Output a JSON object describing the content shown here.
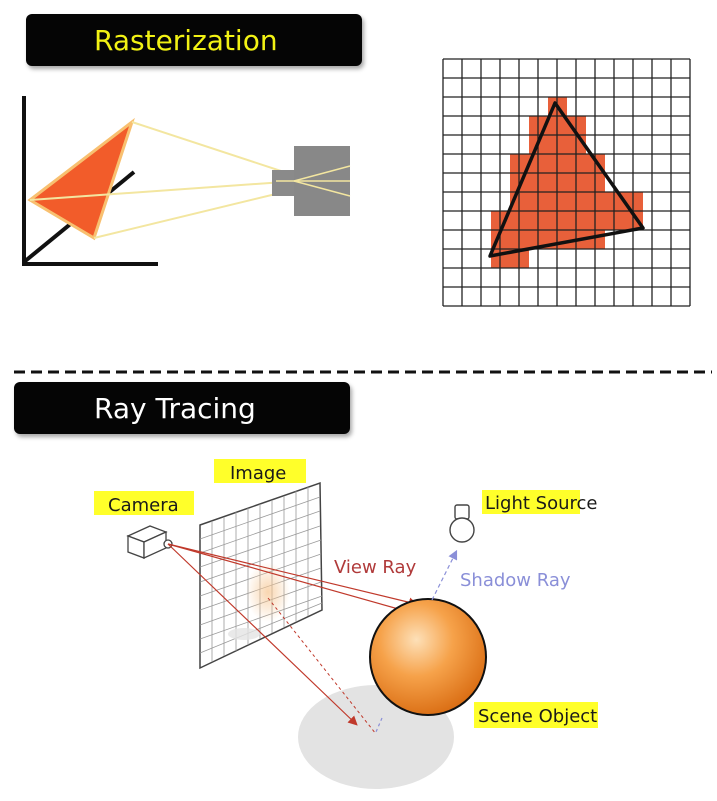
{
  "rasterization": {
    "title": "Rasterization"
  },
  "ray_tracing": {
    "title": "Ray Tracing",
    "labels": {
      "image": "Image",
      "camera": "Camera",
      "light_source": "Light Source",
      "view_ray": "View Ray",
      "shadow_ray": "Shadow Ray",
      "scene_object": "Scene Object"
    }
  },
  "colors": {
    "triangle_fill": "#f25c2a",
    "pixel_fill": "#e8603a",
    "highlight": "#ffff2a",
    "banner_bg": "#050505",
    "raster_title": "#f2f214",
    "view_ray": "#c0392b",
    "shadow_ray": "#8a8fd8"
  }
}
